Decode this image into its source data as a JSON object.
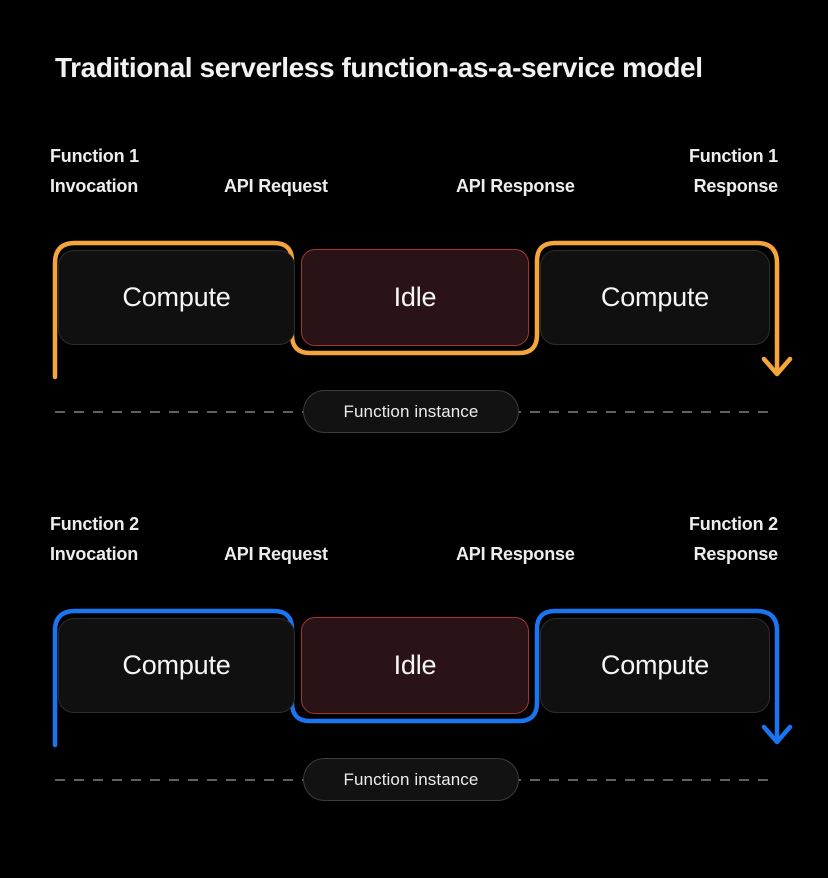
{
  "title": "Traditional serverless function-as-a-service model",
  "colors": {
    "background": "#000000",
    "function1_arrow_orange": "#F5A53B",
    "function2_arrow_blue": "#1B74F0",
    "idle_box_border_red": "#A23732",
    "idle_box_fill": "#291316",
    "compute_box_fill": "#101010",
    "compute_box_border": "#2D2D2D",
    "dashed_line": "#6F6F6F",
    "text": "#F2F2F2"
  },
  "rows": [
    {
      "invocation_label_line1": "Function 1",
      "invocation_label_line2": "Invocation",
      "api_request_label": "API Request",
      "api_response_label": "API Response",
      "response_label_line1": "Function 1",
      "response_label_line2": "Response",
      "boxes": [
        {
          "label": "Compute"
        },
        {
          "label": "Idle"
        },
        {
          "label": "Compute"
        }
      ],
      "instance_label": "Function instance",
      "arrow_color": "#F5A53B"
    },
    {
      "invocation_label_line1": "Function 2",
      "invocation_label_line2": "Invocation",
      "api_request_label": "API Request",
      "api_response_label": "API Response",
      "response_label_line1": "Function 2",
      "response_label_line2": "Response",
      "boxes": [
        {
          "label": "Compute"
        },
        {
          "label": "Idle"
        },
        {
          "label": "Compute"
        }
      ],
      "instance_label": "Function instance",
      "arrow_color": "#1B74F0"
    }
  ]
}
